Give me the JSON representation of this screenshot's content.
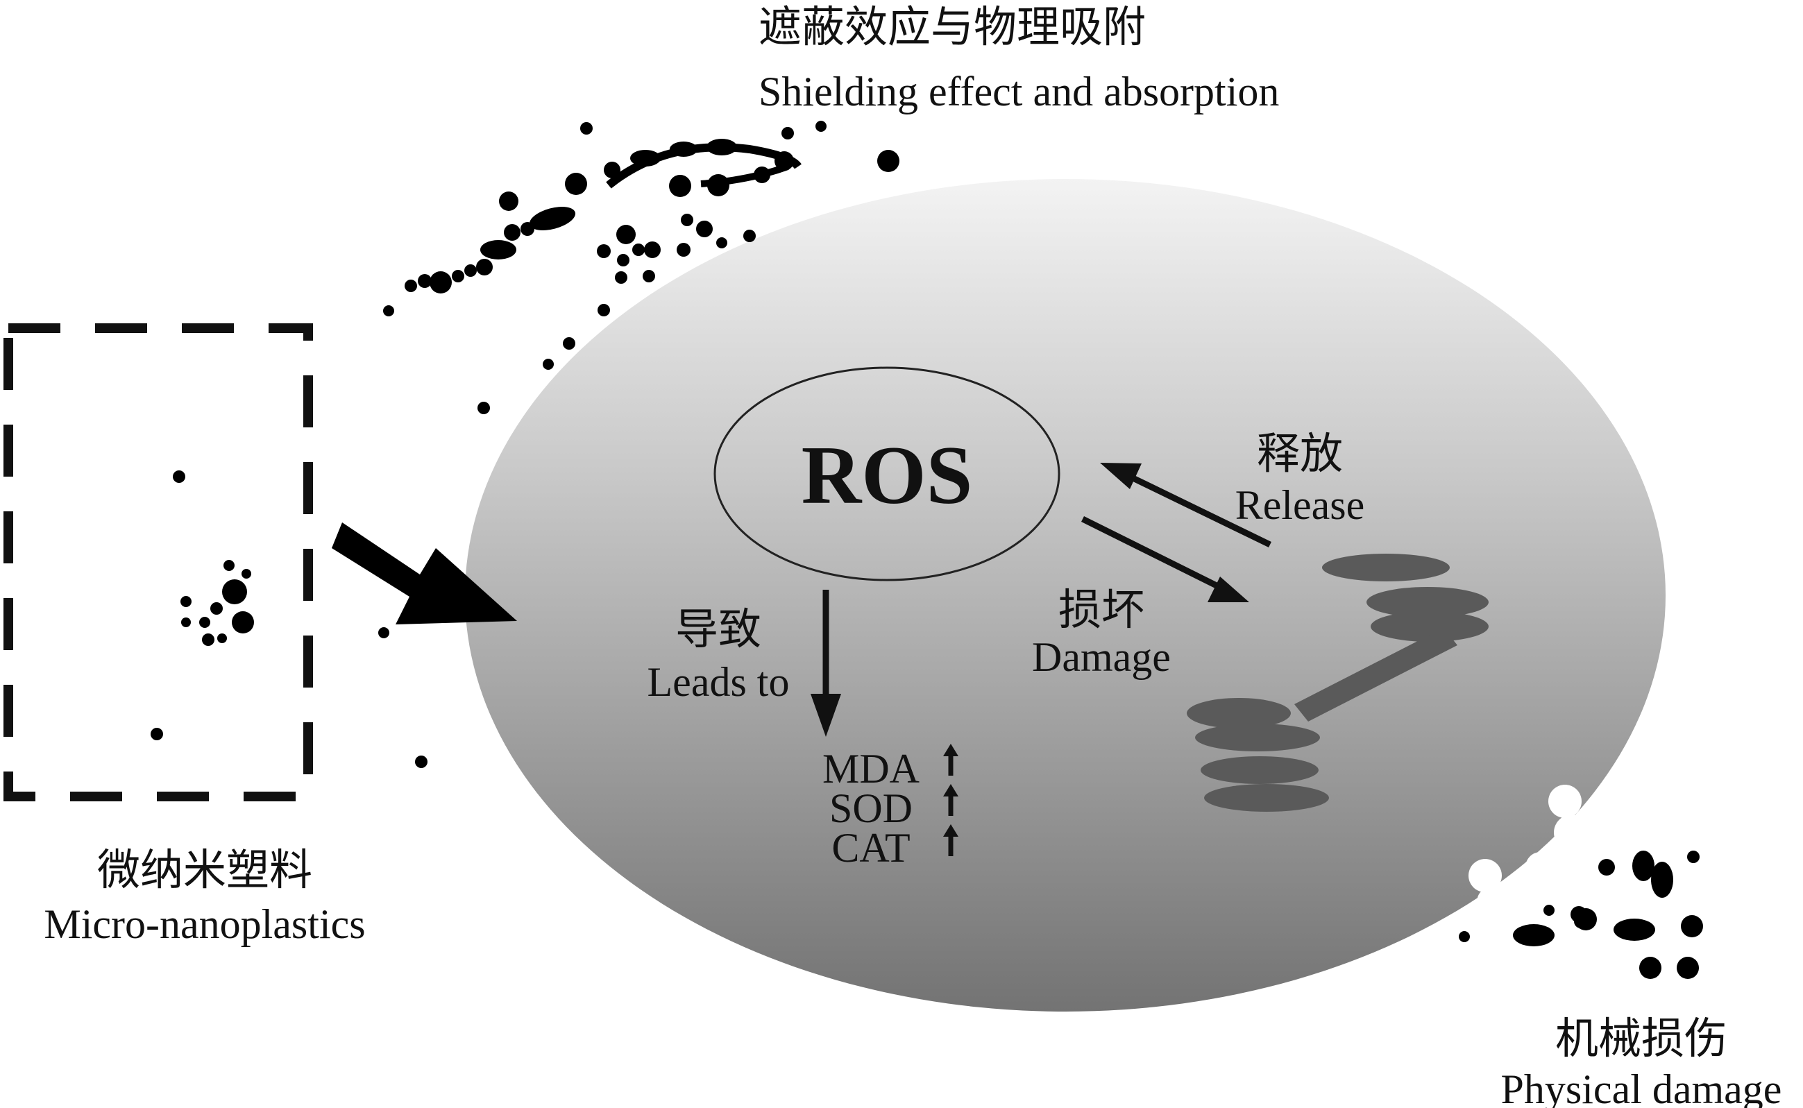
{
  "labels": {
    "top_cn": "遮蔽效应与物理吸附",
    "top_en": "Shielding effect and absorption",
    "left_cn": "微纳米塑料",
    "left_en": "Micro-nanoplastics",
    "ros": "ROS",
    "release_cn": "释放",
    "release_en": "Release",
    "damage_cn": "损坏",
    "damage_en": "Damage",
    "leads_cn": "导致",
    "leads_en": "Leads to",
    "enzymes": [
      "MDA",
      "SOD",
      "CAT"
    ],
    "phys_cn": "机械损伤",
    "phys_en": "Physical damage"
  },
  "colors": {
    "cell_top": "#f2f2f2",
    "cell_bottom": "#777777",
    "particles": "#000000",
    "organelle": "#5a5a5a"
  }
}
